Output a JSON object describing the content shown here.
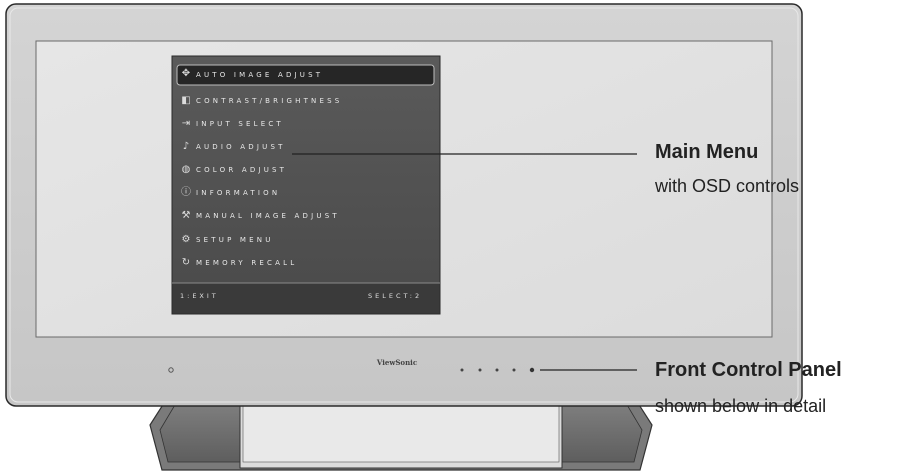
{
  "osd_menu": {
    "items": [
      {
        "label": "AUTO IMAGE ADJUST",
        "icon": "crosshair-arrows-icon",
        "selected": true
      },
      {
        "label": "CONTRAST/BRIGHTNESS",
        "icon": "brightness-icon"
      },
      {
        "label": "INPUT SELECT",
        "icon": "input-select-icon"
      },
      {
        "label": "AUDIO ADJUST",
        "icon": "audio-icon"
      },
      {
        "label": "COLOR ADJUST",
        "icon": "color-palette-icon"
      },
      {
        "label": "INFORMATION",
        "icon": "info-icon"
      },
      {
        "label": "MANUAL IMAGE ADJUST",
        "icon": "manual-adjust-icon"
      },
      {
        "label": "SETUP MENU",
        "icon": "gear-icon"
      },
      {
        "label": "MEMORY RECALL",
        "icon": "recall-icon"
      }
    ],
    "footer_left": "1:EXIT",
    "footer_right": "SELECT:2"
  },
  "monitor": {
    "brand": "ViewSonic"
  },
  "annotations": {
    "main_menu_title": "Main Menu",
    "main_menu_subtitle": "with OSD controls",
    "front_panel_title": "Front Control Panel",
    "front_panel_subtitle": "shown below in detail"
  }
}
